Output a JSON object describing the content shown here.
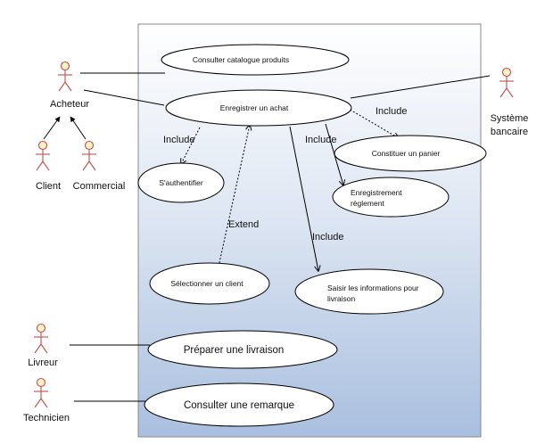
{
  "actors": {
    "acheteur": "Acheteur",
    "client": "Client",
    "commercial": "Commercial",
    "livreur": "Livreur",
    "technicien": "Technicien",
    "systeme_line1": "Système",
    "systeme_line2": "bancaire"
  },
  "use_cases": {
    "consulter_catalogue": "Consulter catalogue produits",
    "enregistrer_achat": "Enregistrer un achat",
    "authentifier": "S'authentifier",
    "constituer_panier": "Constituer un panier",
    "enregistrement_reglement_line1": "Enregistrement",
    "enregistrement_reglement_line2": "règlement",
    "selectionner_client": "Sélectionner un client",
    "saisir_infos_line1": "Saisir les informations pour",
    "saisir_infos_line2": "livraison",
    "preparer_livraison": "Préparer une livraison",
    "consulter_remarque": "Consulter une remarque"
  },
  "relations": {
    "include_auth": "Include",
    "include_reglement": "Include",
    "include_panier": "Include",
    "include_livraison": "Include",
    "extend_client": "Extend"
  },
  "colors": {
    "system_top": "#ffffff",
    "system_bottom": "#a9bfdf",
    "actor_stroke": "#c0504d",
    "actor_head": "#fff2c4"
  }
}
